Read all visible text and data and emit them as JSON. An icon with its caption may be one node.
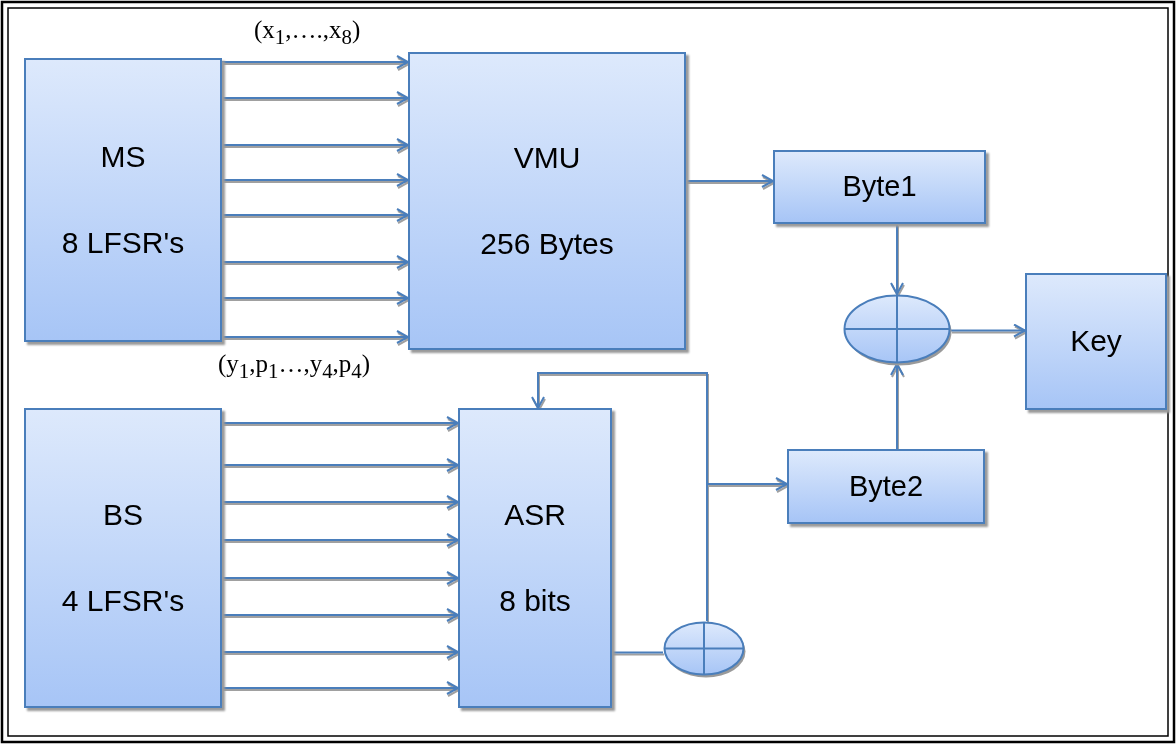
{
  "diagram": {
    "nodes": [
      {
        "text": [
          "MS",
          "8 LFSR's"
        ]
      },
      {
        "text": [
          "VMU",
          "256 Bytes"
        ]
      },
      {
        "text": [
          "Byte1"
        ]
      },
      {
        "text": [],
        "shape": "circle"
      },
      {
        "text": [
          "Key"
        ]
      },
      {
        "text": [
          "BS",
          "4 LFSR's"
        ]
      },
      {
        "text": [
          "ASR",
          "8 bits"
        ]
      },
      {
        "text": [
          "Byte2"
        ]
      },
      {
        "text": [],
        "shape": "circle"
      }
    ],
    "edges": [
      {
        "from": 0,
        "to": 1,
        "arrow": "to"
      },
      {
        "from": 0,
        "to": 1,
        "arrow": "to"
      },
      {
        "from": 0,
        "to": 1,
        "arrow": "to"
      },
      {
        "from": 0,
        "to": 1,
        "arrow": "to"
      },
      {
        "from": 0,
        "to": 1,
        "arrow": "to"
      },
      {
        "from": 0,
        "to": 1,
        "arrow": "to"
      },
      {
        "from": 0,
        "to": 1,
        "arrow": "to"
      },
      {
        "from": 0,
        "to": 1,
        "arrow": "to"
      },
      {
        "from": 1,
        "to": 2,
        "arrow": "to"
      },
      {
        "from": 2,
        "to": 3,
        "arrow": "to"
      },
      {
        "from": 3,
        "to": 4,
        "arrow": "to"
      },
      {
        "from": 7,
        "to": 3,
        "arrow": "to"
      },
      {
        "from": 5,
        "to": 6,
        "arrow": "to"
      },
      {
        "from": 5,
        "to": 6,
        "arrow": "to"
      },
      {
        "from": 5,
        "to": 6,
        "arrow": "to"
      },
      {
        "from": 5,
        "to": 6,
        "arrow": "to"
      },
      {
        "from": 5,
        "to": 6,
        "arrow": "to"
      },
      {
        "from": 5,
        "to": 6,
        "arrow": "to"
      },
      {
        "from": 5,
        "to": 6,
        "arrow": "to"
      },
      {
        "from": 5,
        "to": 6,
        "arrow": "to"
      },
      {
        "from": 6,
        "to": 8,
        "arrow": "none"
      },
      {
        "from": 8,
        "to": 6,
        "arrow": "to"
      },
      {
        "from": 8,
        "to": 7,
        "arrow": "to"
      }
    ],
    "labels": [
      "(x$_{1}$,….,x$_{8}$)",
      "(y$_{1}$,p$_{1}$…,y$_{4}$,p$_{4}$)"
    ]
  }
}
